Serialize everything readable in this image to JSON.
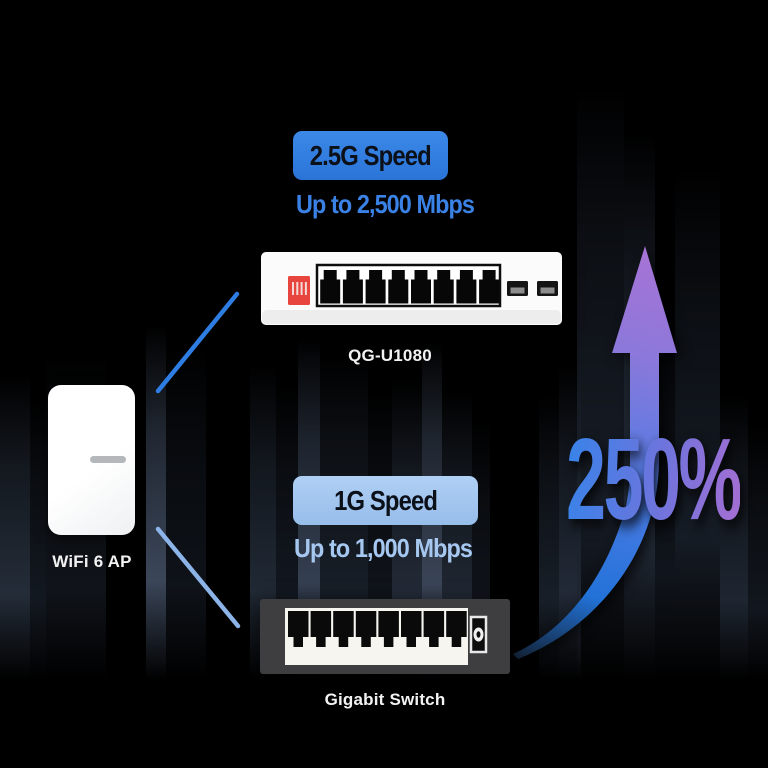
{
  "ap": {
    "label": "WiFi 6 AP"
  },
  "fast_path": {
    "badge_label": "2.5G Speed",
    "subtitle": "Up to 2,500 Mbps",
    "device_label": "QG-U1080",
    "accent_color": "#2e7fdd"
  },
  "slow_path": {
    "badge_label": "1G Speed",
    "subtitle": "Up to 1,000 Mbps",
    "device_label": "Gigabit Switch",
    "accent_color": "#a2c6ee"
  },
  "gain": {
    "label": "250%",
    "gradient_colors": [
      "#3b82e8",
      "#a06fd4"
    ]
  }
}
